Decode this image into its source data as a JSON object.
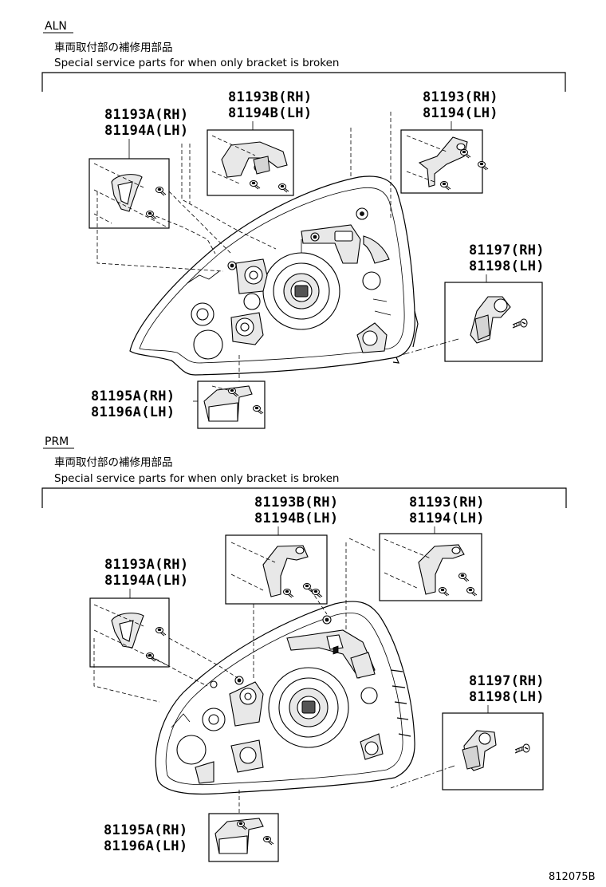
{
  "sections": [
    {
      "name": "ALN",
      "note_jp": "車両取付部の補修用部品",
      "note_en": "Special service parts for when only bracket is broken",
      "parts": {
        "a": [
          "81193A(RH)",
          "81194A(LH)"
        ],
        "b": [
          "81193B(RH)",
          "81194B(LH)"
        ],
        "c": [
          "81193(RH)",
          "81194(LH)"
        ],
        "d": [
          "81197(RH)",
          "81198(LH)"
        ],
        "e": [
          "81195A(RH)",
          "81196A(LH)"
        ]
      }
    },
    {
      "name": "PRM",
      "note_jp": "車両取付部の補修用部品",
      "note_en": "Special service parts for when only bracket is broken",
      "parts": {
        "a": [
          "81193A(RH)",
          "81194A(LH)"
        ],
        "b": [
          "81193B(RH)",
          "81194B(LH)"
        ],
        "c": [
          "81193(RH)",
          "81194(LH)"
        ],
        "d": [
          "81197(RH)",
          "81198(LH)"
        ],
        "e": [
          "81195A(RH)",
          "81196A(LH)"
        ]
      }
    }
  ],
  "diagram_code": "812075B"
}
